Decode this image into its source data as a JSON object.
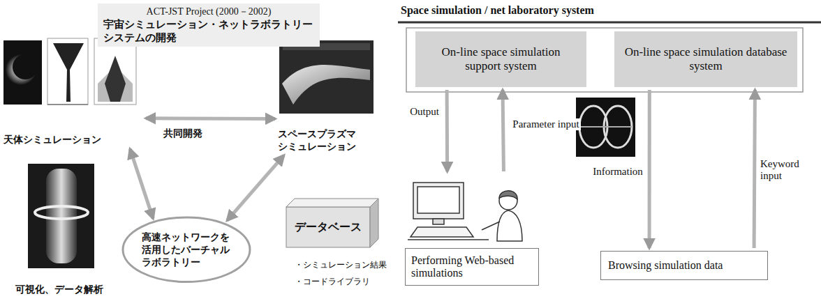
{
  "diagram": {
    "title": "Space simulation / net laboratory system",
    "nodes": [
      {
        "text": [
          "ACT-JST Project (2000－2002)",
          "宇宙シミュレーション・ネットラボラトリーシステムの開発"
        ]
      },
      {
        "text": [
          "天体シミュレーション"
        ]
      },
      {
        "text": [
          "スペースプラズマ シミュレーション"
        ]
      },
      {
        "text": [
          "可視化、データ解析"
        ]
      },
      {
        "text": [
          "高速ネットワークを 活用したバーチャル ラボラトリー"
        ]
      },
      {
        "text": [
          "データベース"
        ]
      },
      {
        "text": [
          "On-line space simulation support system"
        ]
      },
      {
        "text": [
          "On-line space simulation database system"
        ]
      },
      {
        "text": [
          "Performing Web-based simulations"
        ]
      },
      {
        "text": [
          "Browsing simulation data"
        ]
      }
    ],
    "edges": [
      {
        "from": 1,
        "to": 2,
        "arrow": "both",
        "label": "共同開発"
      },
      {
        "from": 1,
        "to": 4,
        "arrow": "both"
      },
      {
        "from": 2,
        "to": 4,
        "arrow": "both"
      },
      {
        "from": 6,
        "to": 8,
        "arrow": "to",
        "label": "Output"
      },
      {
        "from": 8,
        "to": 6,
        "arrow": "to",
        "label": "Parameter input"
      },
      {
        "from": 7,
        "to": 9,
        "arrow": "to",
        "label": "Information"
      },
      {
        "from": 9,
        "to": 7,
        "arrow": "to",
        "label": "Keyword input"
      }
    ],
    "labels": [
      "・シミュレーション結果",
      "・コードライブラリ"
    ]
  }
}
